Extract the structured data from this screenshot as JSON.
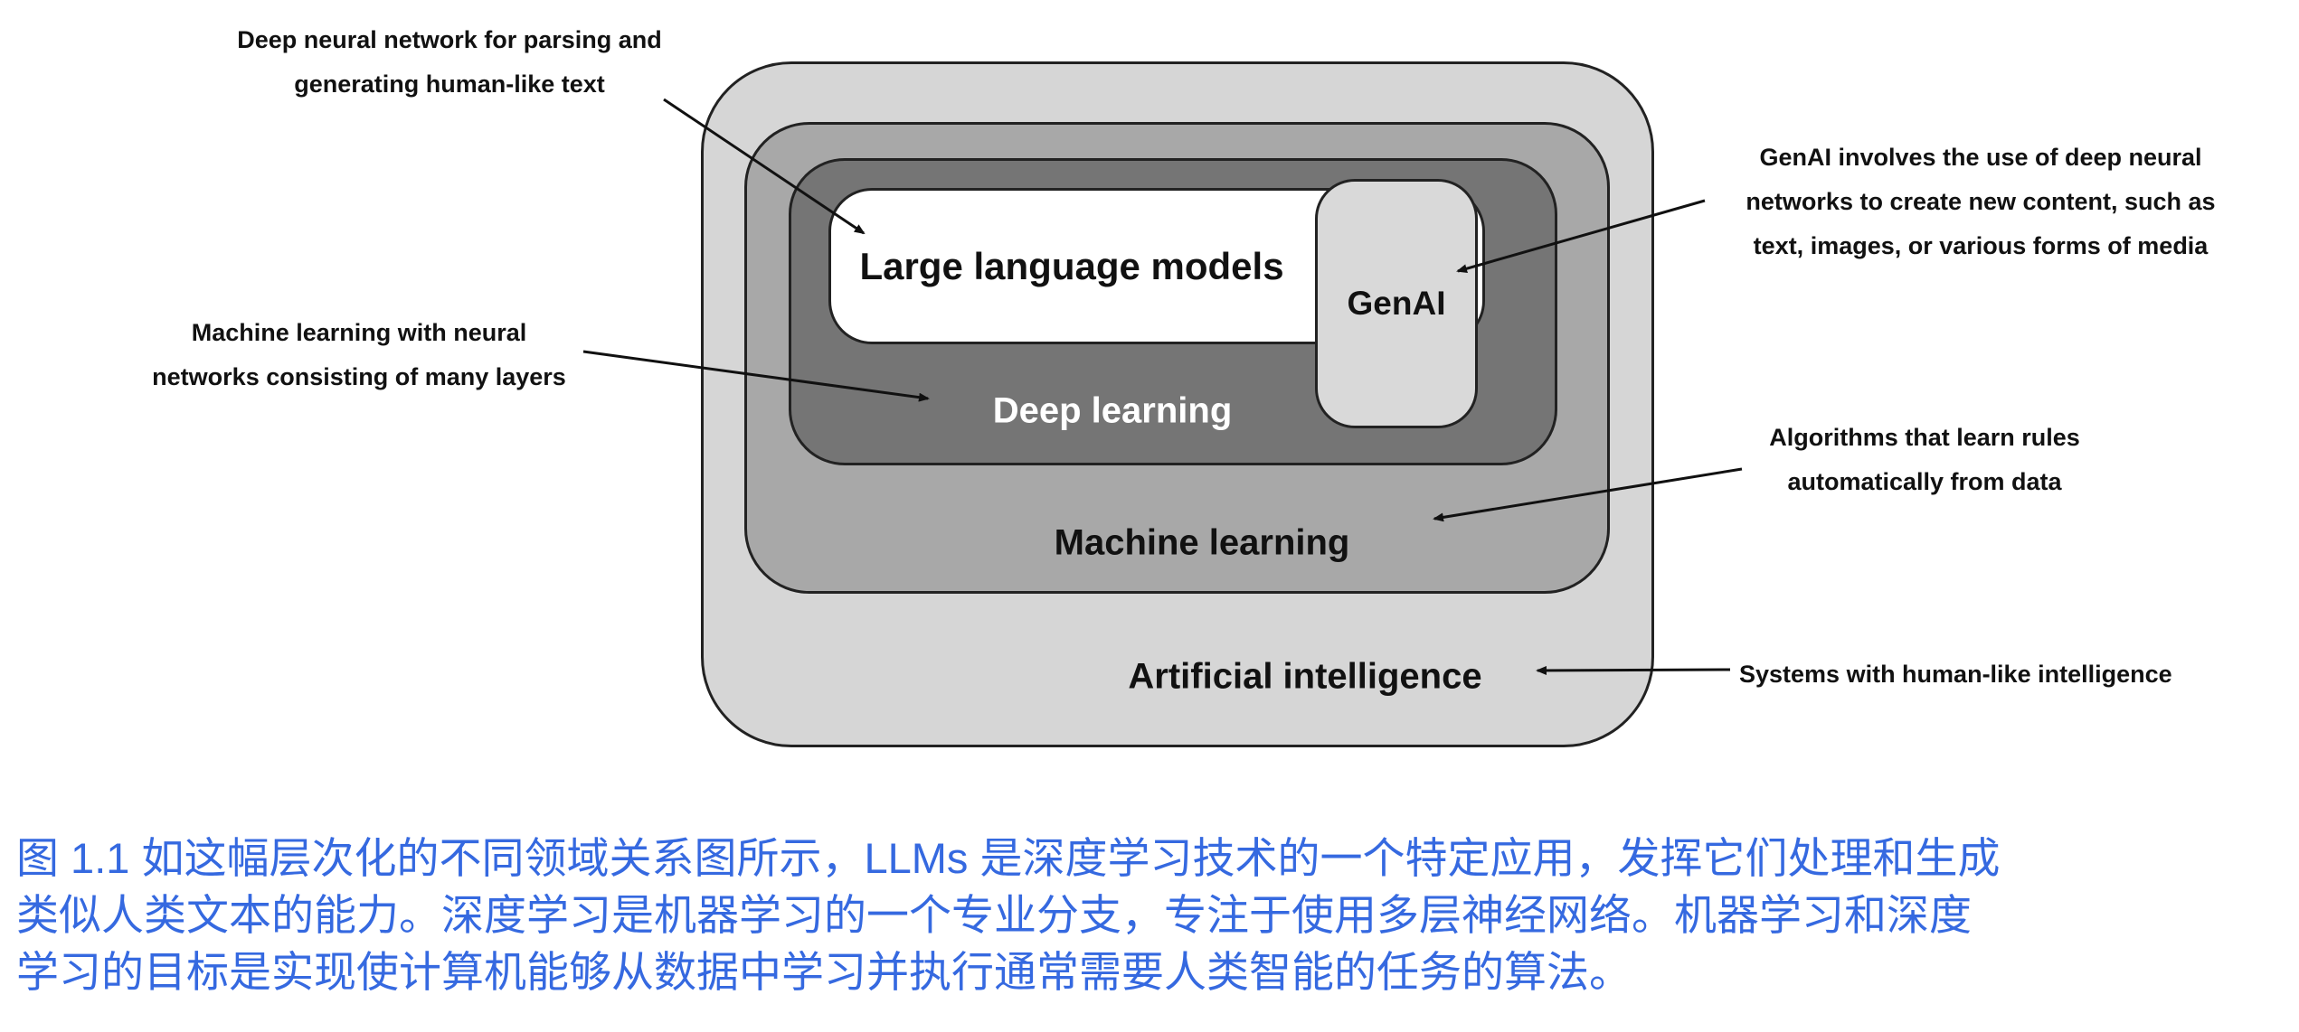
{
  "figure": {
    "boxes": {
      "ai": {
        "label": "Artificial intelligence"
      },
      "ml": {
        "label": "Machine learning"
      },
      "dl": {
        "label": "Deep learning"
      },
      "llm": {
        "label": "Large language models"
      },
      "genai": {
        "label": "GenAI"
      }
    },
    "annotations": {
      "llm": {
        "lines": [
          "Deep neural network for parsing and",
          "generating human-like text"
        ]
      },
      "genai": {
        "lines": [
          "GenAI involves the use of deep neural",
          "networks to create new content, such as",
          "text, images, or various forms of media"
        ]
      },
      "dl": {
        "lines": [
          "Machine learning with neural",
          "networks consisting of many layers"
        ]
      },
      "ml": {
        "lines": [
          "Algorithms that learn rules",
          "automatically from data"
        ]
      },
      "ai": {
        "lines": [
          "Systems with human-like intelligence"
        ]
      }
    },
    "colors": {
      "ai_fill": "#d6d6d6",
      "ml_fill": "#a8a8a8",
      "dl_fill": "#757575",
      "llm_fill": "#ffffff",
      "genai_fill": "#d9d9d9",
      "border": "#222222",
      "arrow": "#111111",
      "dl_label_text": "#ffffff"
    }
  },
  "caption": {
    "color": "#3569e0",
    "lines": [
      "图 1.1 如这幅层次化的不同领域关系图所示，LLMs 是深度学习技术的一个特定应用，发挥它们处理和生成",
      "类似人类文本的能力。深度学习是机器学习的一个专业分支，专注于使用多层神经网络。机器学习和深度",
      "学习的目标是实现使计算机能够从数据中学习并执行通常需要人类智能的任务的算法。"
    ]
  }
}
